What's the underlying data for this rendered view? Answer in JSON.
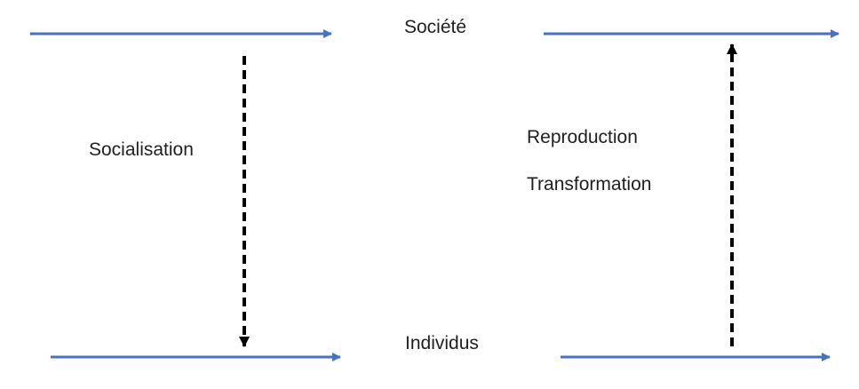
{
  "labels": {
    "society": "Société",
    "individuals": "Individus",
    "socialisation": "Socialisation",
    "reproduction": "Reproduction",
    "transformation": "Transformation"
  },
  "colors": {
    "level_line": "#4472c4",
    "process_arrow": "#000000",
    "text": "#1f1f1f"
  }
}
